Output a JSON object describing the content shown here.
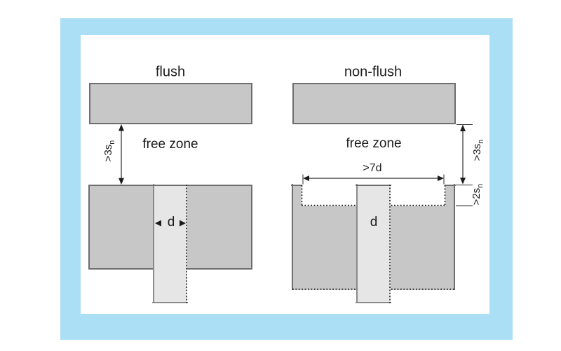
{
  "colors": {
    "frame": "#abdff5",
    "block": "#c7c7c7",
    "sensor": "#e6e6e6",
    "edge": "#6e6e6e",
    "sensor_edge": "#8a8a8a",
    "ink": "#1c1c1c",
    "dim": "#2b2b2b"
  },
  "left_diagram": {
    "title": "flush",
    "free_zone_label": "free zone",
    "clearance_dim": {
      "text": ">3s",
      "sub": "n"
    },
    "diameter_dim": "d"
  },
  "right_diagram": {
    "title": "non-flush",
    "free_zone_label": "free zone",
    "width_dim": ">7d",
    "clearance_dim": {
      "text": ">3s",
      "sub": "n"
    },
    "recess_dim": {
      "text": ">2s",
      "sub": "n"
    },
    "diameter_dim": "d"
  }
}
